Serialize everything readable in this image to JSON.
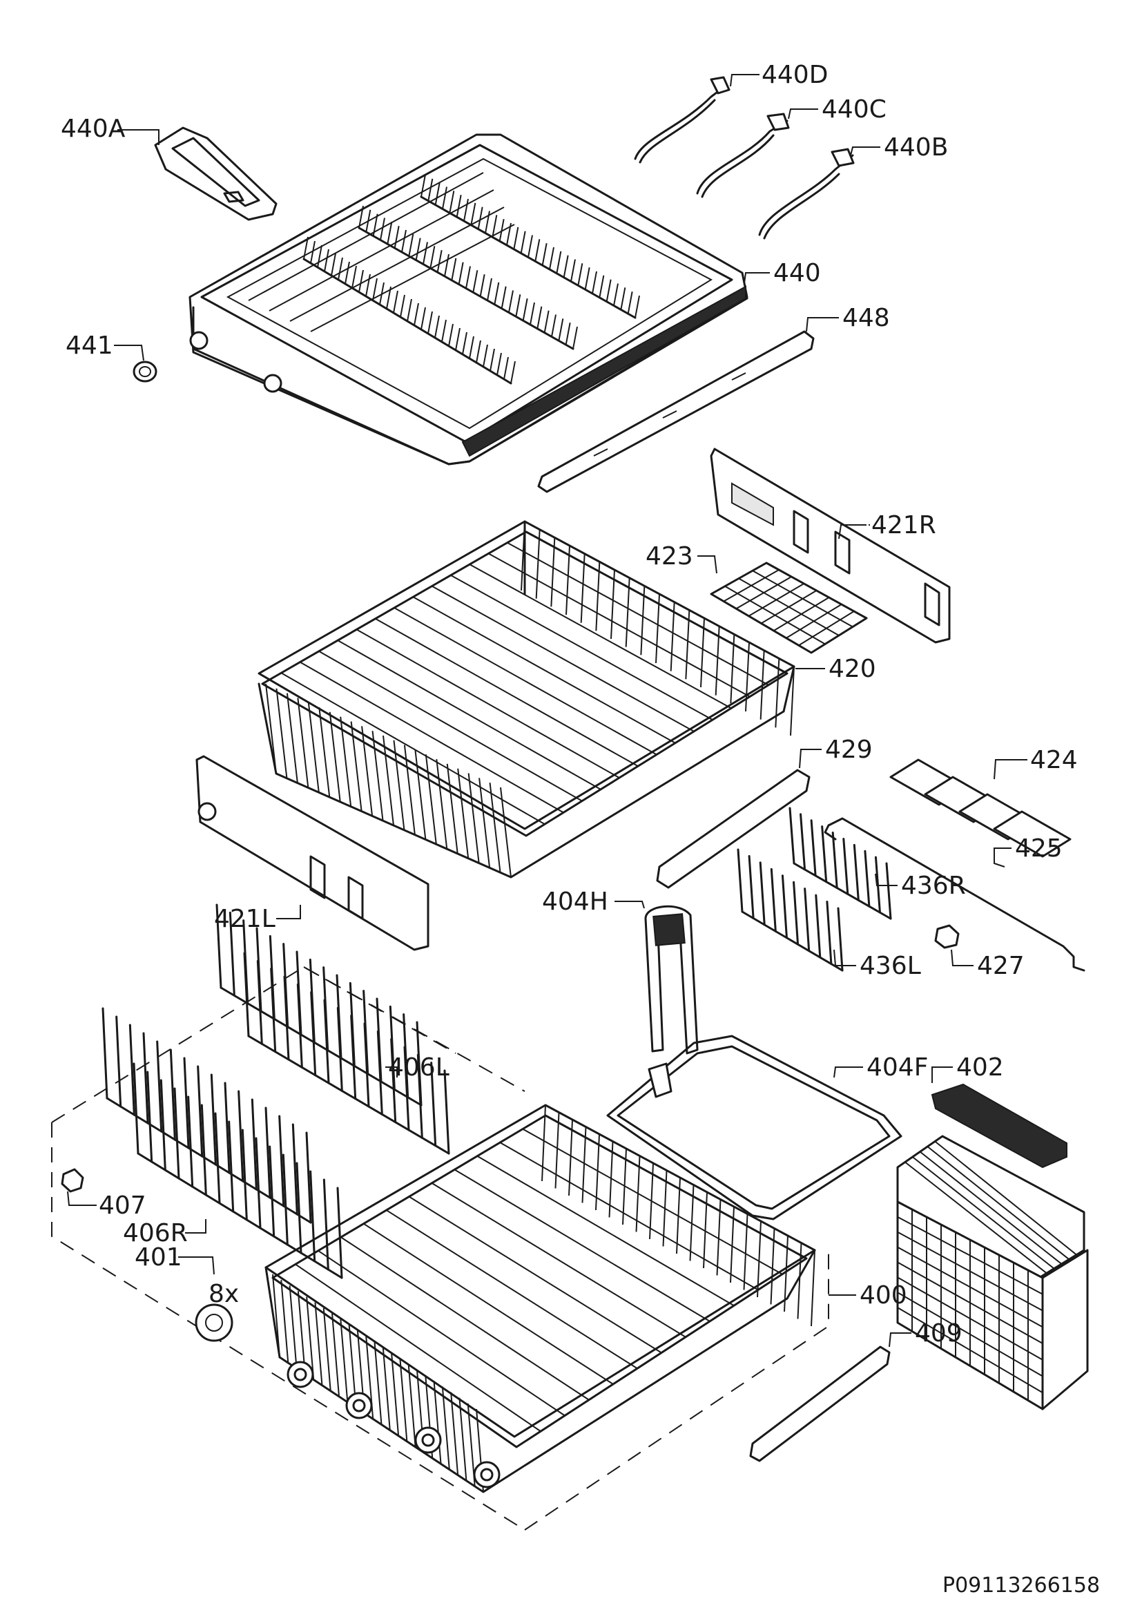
{
  "diagram": {
    "document_code": "P09113266158",
    "quantity_note": "8x",
    "callouts": [
      {
        "id": "440A",
        "label": "440A"
      },
      {
        "id": "440D",
        "label": "440D"
      },
      {
        "id": "440C",
        "label": "440C"
      },
      {
        "id": "440B",
        "label": "440B"
      },
      {
        "id": "440",
        "label": "440"
      },
      {
        "id": "441",
        "label": "441"
      },
      {
        "id": "448",
        "label": "448"
      },
      {
        "id": "421R",
        "label": "421R"
      },
      {
        "id": "423",
        "label": "423"
      },
      {
        "id": "420",
        "label": "420"
      },
      {
        "id": "429",
        "label": "429"
      },
      {
        "id": "424",
        "label": "424"
      },
      {
        "id": "425",
        "label": "425"
      },
      {
        "id": "436R",
        "label": "436R"
      },
      {
        "id": "404H",
        "label": "404H"
      },
      {
        "id": "421L",
        "label": "421L"
      },
      {
        "id": "436L",
        "label": "436L"
      },
      {
        "id": "427",
        "label": "427"
      },
      {
        "id": "406L",
        "label": "406L"
      },
      {
        "id": "404F",
        "label": "404F"
      },
      {
        "id": "402",
        "label": "402"
      },
      {
        "id": "407",
        "label": "407"
      },
      {
        "id": "406R",
        "label": "406R"
      },
      {
        "id": "401",
        "label": "401"
      },
      {
        "id": "400",
        "label": "400"
      },
      {
        "id": "409",
        "label": "409"
      }
    ]
  }
}
